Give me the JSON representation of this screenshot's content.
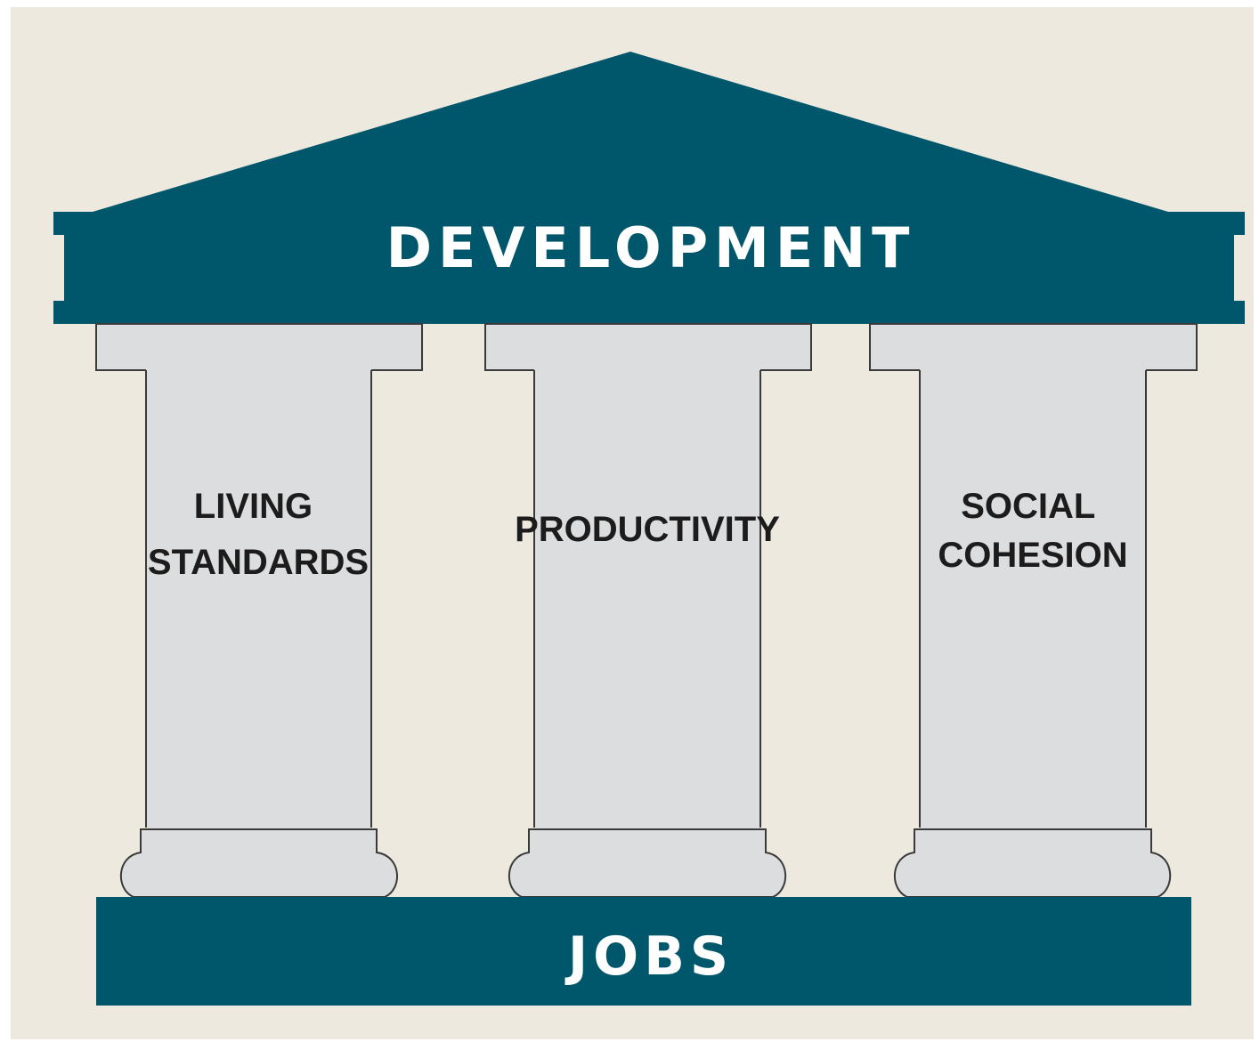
{
  "diagram": {
    "roof": {
      "label": "DEVELOPMENT"
    },
    "pillars": [
      {
        "lines": [
          "LIVING",
          "STANDARDS"
        ]
      },
      {
        "lines": [
          "PRODUCTIVITY"
        ]
      },
      {
        "lines": [
          "SOCIAL",
          "COHESION"
        ]
      }
    ],
    "base": {
      "label": "JOBS"
    },
    "colors": {
      "background": "#EEE9DF",
      "structure": "#00566B",
      "pillar_fill": "#DCDDDF",
      "pillar_outline": "#3A3A3A",
      "label_text": "#FFFFFF",
      "pillar_text": "#1C1C1C"
    }
  }
}
